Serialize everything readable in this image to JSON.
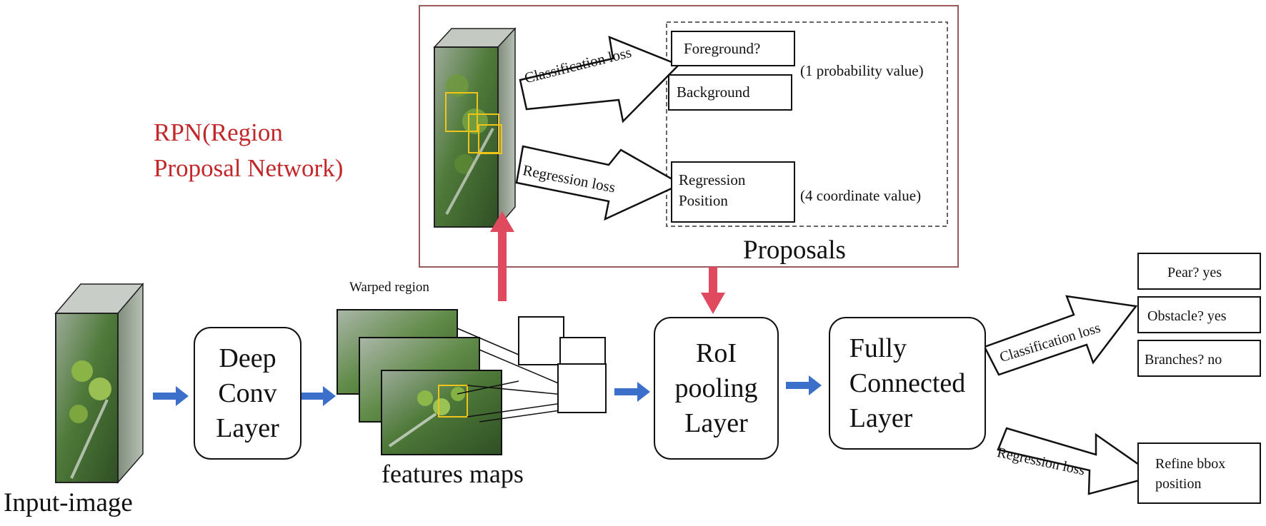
{
  "rpn": {
    "title_line1": "RPN(Region",
    "title_line2": "Proposal Network)",
    "title_color": "#c0282a"
  },
  "proposals": {
    "label": "Proposals",
    "classification_arrow_label": "Classification loss",
    "regression_arrow_label": "Regression loss",
    "foreground": "Foreground?",
    "background": "Background",
    "probability_note": "(1 probability value)",
    "regression_line1": "Regression",
    "regression_line2": "Position",
    "coordinate_note": "(4 coordinate value)"
  },
  "pipeline": {
    "input_label": "Input-image",
    "deep_conv": [
      "Deep",
      "Conv",
      "Layer"
    ],
    "warped_region": "Warped region",
    "features_maps": "features maps",
    "roi_pooling": [
      "RoI",
      "pooling",
      "Layer"
    ],
    "fully_connected": [
      "Fully",
      "Connected",
      "Layer"
    ]
  },
  "outputs": {
    "classification_arrow_label": "Classification loss",
    "regression_arrow_label": "Regression loss",
    "pear": "Pear?  yes",
    "obstacle": "Obstacle?  yes",
    "branches": "Branches?  no",
    "refine_line1": "Refine bbox",
    "refine_line2": "position"
  },
  "colors": {
    "blue_arrow": "#3b6fc9",
    "red_arrow": "#e04a5f",
    "rpn_frame": "#9a5a5e",
    "highlight": "#f0c419"
  }
}
